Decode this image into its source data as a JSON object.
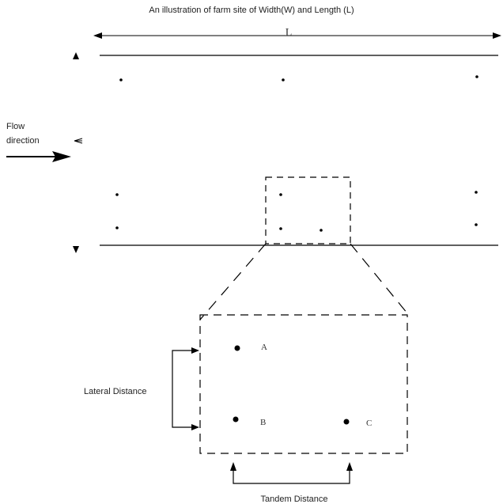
{
  "title": "An illustration of farm site of Width(W) and Length (L)",
  "length_label": "L",
  "flow": {
    "line1": "Flow",
    "line2": "direction"
  },
  "labels": {
    "lateral": "Lateral Distance",
    "tandem": "Tandem Distance"
  },
  "turbines": {
    "a": "A",
    "b": "B",
    "c": "C"
  },
  "colors": {
    "line": "#000000",
    "turbine": "#8a8a8a"
  }
}
